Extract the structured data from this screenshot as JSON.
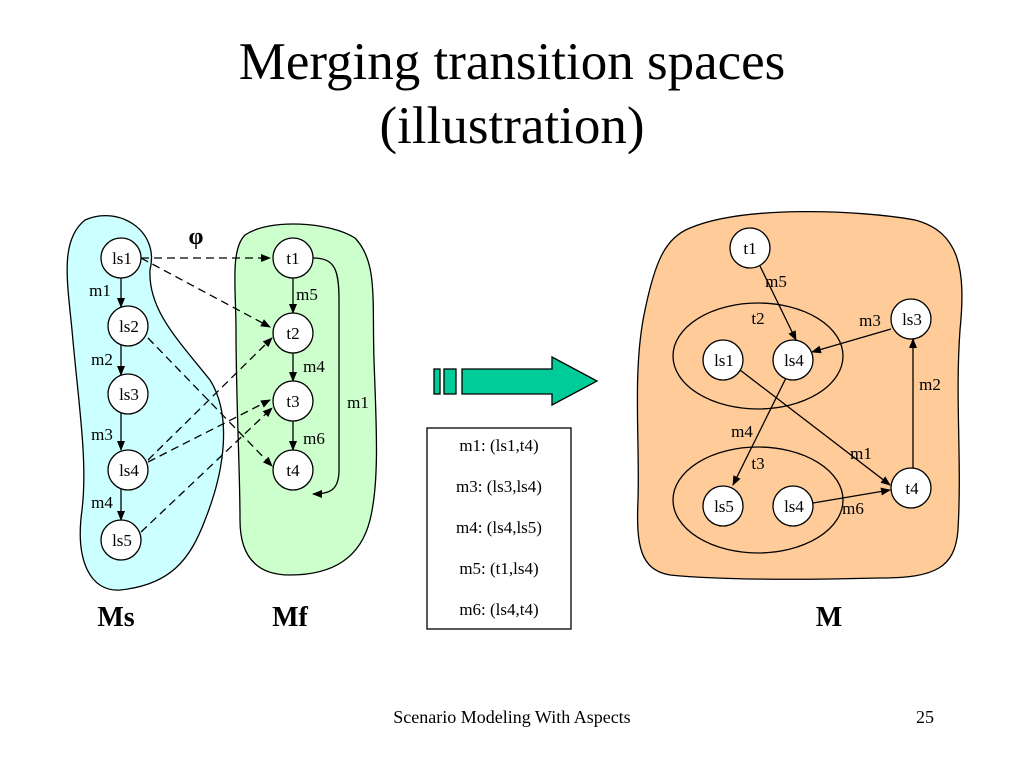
{
  "slide": {
    "title_line1": "Merging transition spaces",
    "title_line2": "(illustration)",
    "footer_text": "Scenario Modeling With Aspects",
    "page_number": "25"
  },
  "diagram": {
    "phi_label": "φ",
    "ms": {
      "label": "Ms",
      "states": [
        "ls1",
        "ls2",
        "ls3",
        "ls4",
        "ls5"
      ],
      "transitions": [
        "m1",
        "m2",
        "m3",
        "m4"
      ]
    },
    "mf": {
      "label": "Mf",
      "states": [
        "t1",
        "t2",
        "t3",
        "t4"
      ],
      "transitions": [
        "m5",
        "m4",
        "m6",
        "m1"
      ]
    },
    "mapping_table": [
      "m1: (ls1,t4)",
      "m3: (ls3,ls4)",
      "m4: (ls4,ls5)",
      "m5: (t1,ls4)",
      "m6: (ls4,t4)"
    ],
    "m": {
      "label": "M",
      "states": [
        "t1",
        "ls3",
        "ls1",
        "ls4",
        "ls5",
        "ls4",
        "t4"
      ],
      "groups": [
        "t2",
        "t3"
      ],
      "transitions": [
        "m5",
        "m3",
        "m2",
        "m4",
        "m1",
        "m6"
      ]
    },
    "colors": {
      "ms_fill": "#ccffff",
      "mf_fill": "#ccffcc",
      "m_fill": "#ffcc99",
      "arrow_fill": "#00cc99",
      "node_fill": "#ffffff"
    }
  }
}
